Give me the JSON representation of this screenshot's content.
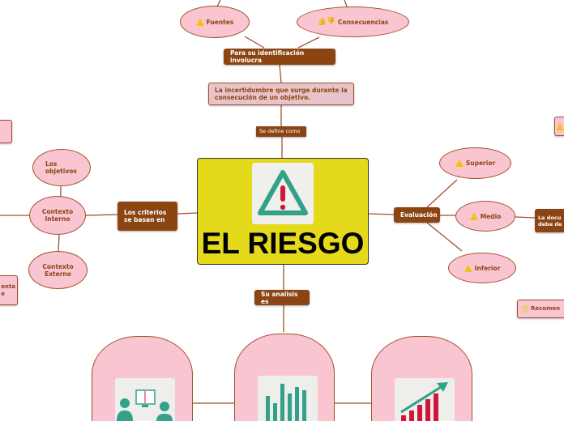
{
  "central": {
    "title": "EL RIESGO",
    "icon": "warning-icon",
    "bg": "#e5d91b"
  },
  "top": {
    "define": "Se define como",
    "definition": "La incertidumbre que surge durante la consecución de un objetivo.",
    "identification": "Para su identificación involucra",
    "fuentes": "Fuentes",
    "consecuencias": "Consecuencias"
  },
  "left": {
    "criterios": "Los criterios se basan en",
    "interno": "Contexto Interno",
    "objetivos": "Los objetivos",
    "externo": "Contexto Externo",
    "partial_bottom": "enta\ne"
  },
  "right": {
    "evaluacion": "Evaluación",
    "superior": "Superior",
    "medio": "Medio",
    "inferior": "Inferior",
    "doc": "La docu\ndebe de",
    "recomen": "Recomen"
  },
  "bottom": {
    "analisis": "Su analisis es",
    "images": [
      "meeting-icon",
      "bar-chart-icon",
      "growth-chart-icon"
    ]
  },
  "colors": {
    "node": "#8b4513",
    "cloud": "#f8c5d0",
    "line": "#a0522d"
  }
}
